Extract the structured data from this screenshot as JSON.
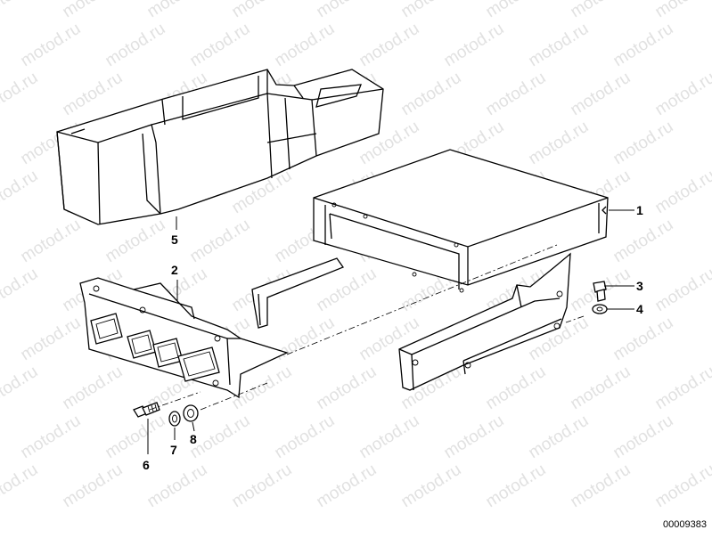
{
  "watermark": "motod.ru",
  "drawing_number": "00009383",
  "callouts": {
    "p1": "1",
    "p2": "2",
    "p3": "3",
    "p4": "4",
    "p5": "5",
    "p6": "6",
    "p7": "7",
    "p8": "8"
  }
}
